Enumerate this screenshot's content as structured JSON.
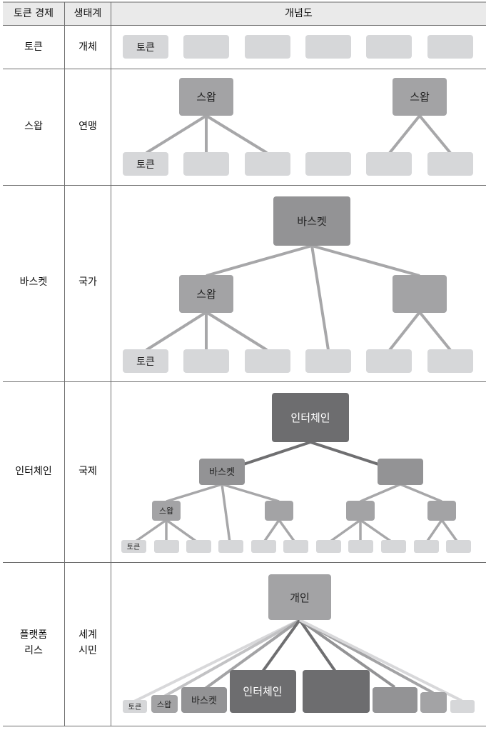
{
  "headers": {
    "token_economy": "토큰 경제",
    "ecosystem": "생태계",
    "concept_diagram": "개념도"
  },
  "rows": [
    {
      "token_economy": "토큰",
      "ecosystem": "개체"
    },
    {
      "token_economy": "스왑",
      "ecosystem": "연맹"
    },
    {
      "token_economy": "바스켓",
      "ecosystem": "국가"
    },
    {
      "token_economy": "인터체인",
      "ecosystem": "국제"
    },
    {
      "token_economy_lines": [
        "플랫폼",
        "리스"
      ],
      "ecosystem_lines": [
        "세계",
        "시민"
      ]
    }
  ],
  "labels": {
    "token": "토큰",
    "swap": "스왑",
    "basket": "바스켓",
    "interchain": "인터체인",
    "individual": "개인"
  },
  "colors": {
    "border": "#6e6e6e",
    "header_bg": "#eaeaea",
    "level_token": "#d6d7d9",
    "level_swap": "#a3a3a5",
    "level_basket": "#939395",
    "level_interchain": "#6d6d6f",
    "line_light": "#a7a7a9",
    "line_dark": "#6f6f71"
  }
}
